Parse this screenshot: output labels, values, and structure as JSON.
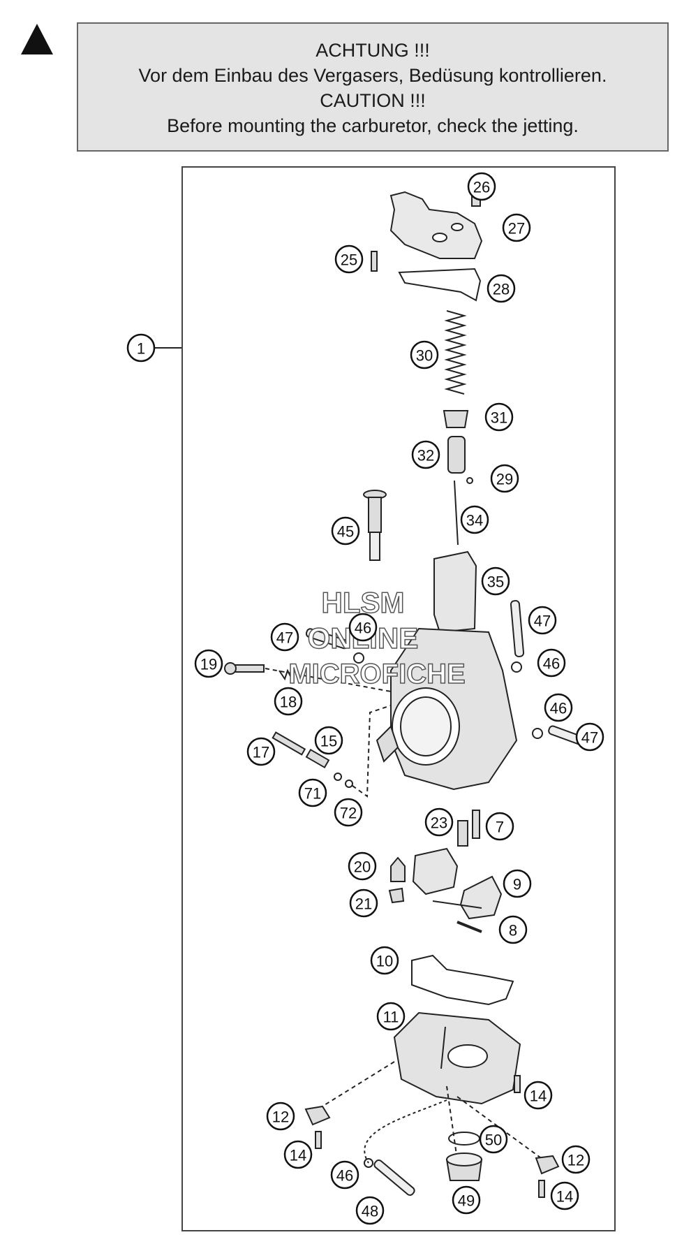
{
  "notice": {
    "line1": "ACHTUNG !!!",
    "line2": "Vor dem Einbau des Vergasers, Bedüsung kontrollieren.",
    "line3": "CAUTION !!!",
    "line4": "Before mounting the carburetor, check the jetting."
  },
  "watermark": {
    "line1": "HLSM",
    "line2": "ONLINE",
    "line3": "MICROFICHE"
  },
  "callouts": [
    {
      "id": "c1",
      "label": "1"
    },
    {
      "id": "c26",
      "label": "26"
    },
    {
      "id": "c27",
      "label": "27"
    },
    {
      "id": "c25",
      "label": "25"
    },
    {
      "id": "c28",
      "label": "28"
    },
    {
      "id": "c30",
      "label": "30"
    },
    {
      "id": "c31",
      "label": "31"
    },
    {
      "id": "c32",
      "label": "32"
    },
    {
      "id": "c29",
      "label": "29"
    },
    {
      "id": "c34",
      "label": "34"
    },
    {
      "id": "c45",
      "label": "45"
    },
    {
      "id": "c35",
      "label": "35"
    },
    {
      "id": "c47a",
      "label": "47"
    },
    {
      "id": "c46a",
      "label": "46"
    },
    {
      "id": "c47b",
      "label": "47"
    },
    {
      "id": "c46b",
      "label": "46"
    },
    {
      "id": "c19",
      "label": "19"
    },
    {
      "id": "c18",
      "label": "18"
    },
    {
      "id": "c46c",
      "label": "46"
    },
    {
      "id": "c47c",
      "label": "47"
    },
    {
      "id": "c17",
      "label": "17"
    },
    {
      "id": "c15",
      "label": "15"
    },
    {
      "id": "c71",
      "label": "71"
    },
    {
      "id": "c72",
      "label": "72"
    },
    {
      "id": "c23",
      "label": "23"
    },
    {
      "id": "c7",
      "label": "7"
    },
    {
      "id": "c20",
      "label": "20"
    },
    {
      "id": "c9",
      "label": "9"
    },
    {
      "id": "c21",
      "label": "21"
    },
    {
      "id": "c8",
      "label": "8"
    },
    {
      "id": "c10",
      "label": "10"
    },
    {
      "id": "c11",
      "label": "11"
    },
    {
      "id": "c14a",
      "label": "14"
    },
    {
      "id": "c12a",
      "label": "12"
    },
    {
      "id": "c50",
      "label": "50"
    },
    {
      "id": "c14b",
      "label": "14"
    },
    {
      "id": "c12b",
      "label": "12"
    },
    {
      "id": "c46d",
      "label": "46"
    },
    {
      "id": "c49",
      "label": "49"
    },
    {
      "id": "c14c",
      "label": "14"
    },
    {
      "id": "c48",
      "label": "48"
    }
  ]
}
